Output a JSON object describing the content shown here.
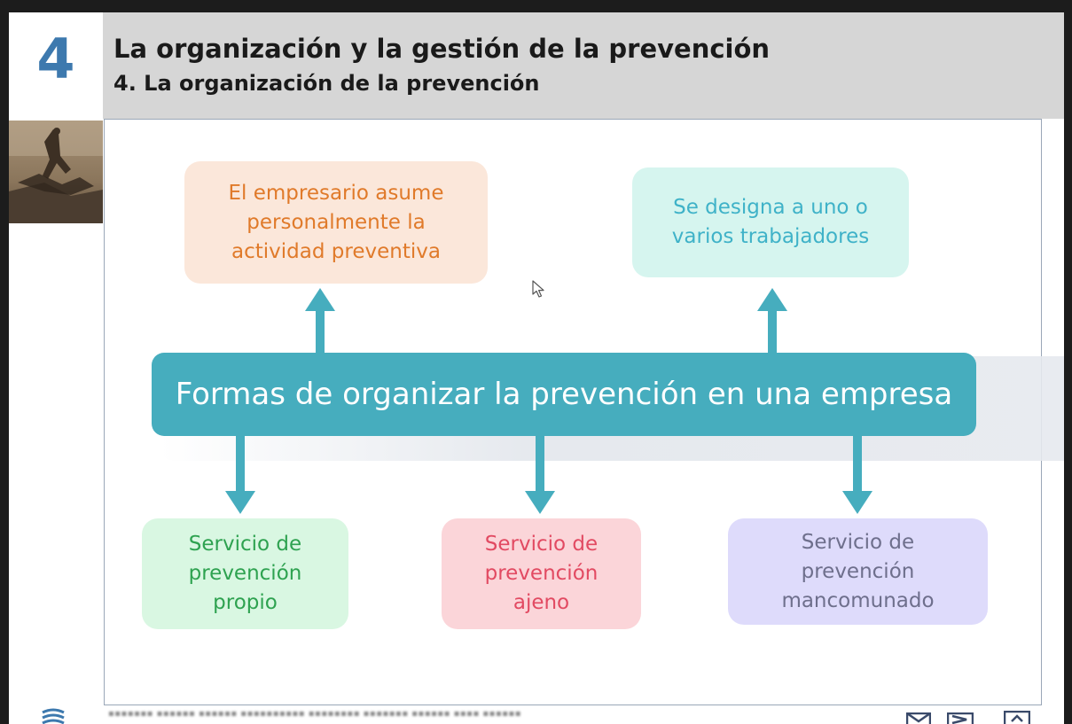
{
  "header": {
    "unit_number": "4",
    "title": "La organización y la gestión de la prevención",
    "subtitle": "4. La organización de la prevención"
  },
  "diagram": {
    "central": "Formas de organizar la prevención en una empresa",
    "top_nodes": [
      {
        "text": "El empresario asume\npersonalmente la\nactividad preventiva",
        "color": "#e07a2a",
        "fill": "#fbe7da"
      },
      {
        "text": "Se designa a uno o\nvarios trabajadores",
        "color": "#3fb2c8",
        "fill": "#d6f5ef"
      }
    ],
    "bottom_nodes": [
      {
        "text": "Servicio de\nprevención\npropio",
        "color": "#2ea250",
        "fill": "#d9f7e2"
      },
      {
        "text": "Servicio de\nprevención\najeno",
        "color": "#e24a62",
        "fill": "#fbd5d9"
      },
      {
        "text": "Servicio de\nprevención\nmancomunado",
        "color": "#6e6f8c",
        "fill": "#dedbfb"
      }
    ],
    "arrow_color": "#46adbe",
    "central_fill": "#46adbe"
  },
  "colors": {
    "unit_number": "#3d79ae",
    "header_band": "#d6d6d6"
  },
  "icons": {
    "footer_logo": "stack-logo-icon",
    "nav_prev": "mail-icon",
    "nav_next": "send-icon",
    "nav_home": "home-icon"
  }
}
